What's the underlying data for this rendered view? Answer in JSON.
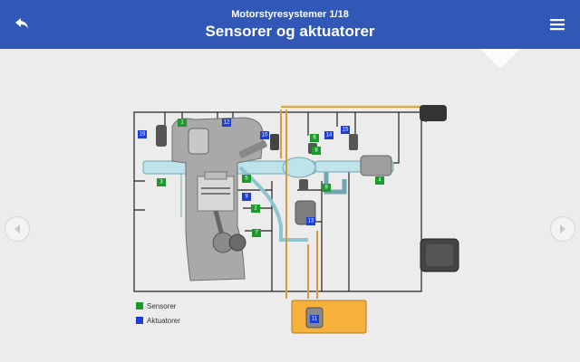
{
  "header": {
    "subtitle": "Motorstyresystemer 1/18",
    "title": "Sensorer og aktuatorer"
  },
  "icons": {
    "back": "back-arrow-icon",
    "menu": "hamburger-menu-icon",
    "prev": "chevron-left-icon",
    "next": "chevron-right-icon"
  },
  "legend": {
    "sensors_label": "Sensorer",
    "actuators_label": "Aktuatorer"
  },
  "colors": {
    "header": "#3157b7",
    "sensor": "#1a9a2a",
    "actuator": "#1d3fd6",
    "fuel_tank": "#f6b13c",
    "fuel_line": "#d99a3a",
    "air_pipe": "#a9d7e0"
  },
  "badges": {
    "b1": "1",
    "b2": "2",
    "b3": "3",
    "b4": "4",
    "b5": "5",
    "b6": "6",
    "b7": "7",
    "b8": "8",
    "b9": "9",
    "b10": "10",
    "b11": "11",
    "b12": "12",
    "b13": "13",
    "b14": "14",
    "b15": "15",
    "b16": "16"
  }
}
